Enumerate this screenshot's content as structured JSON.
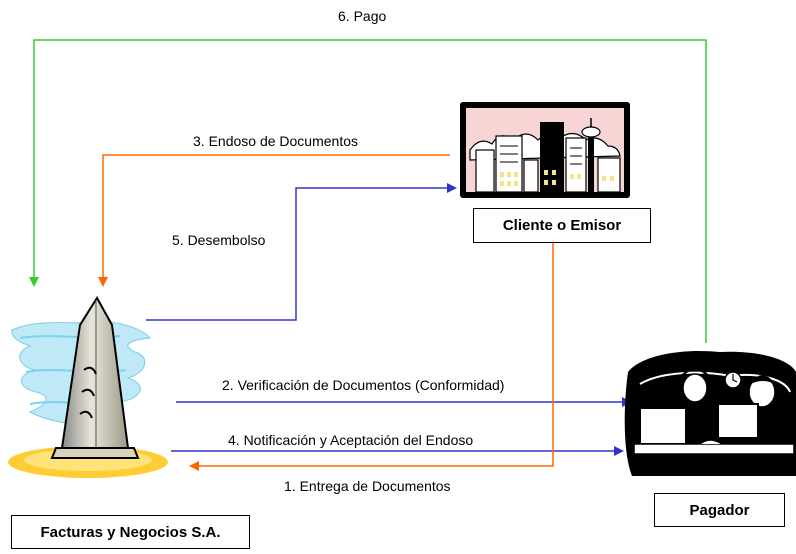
{
  "colors": {
    "green": "#33cc33",
    "orange": "#ff6600",
    "blue": "#3333cc"
  },
  "icons": {
    "factoring_company": "obelisk-clipart-icon",
    "client": "city-skyline-clipart-icon",
    "payer": "office-meeting-clipart-icon"
  },
  "entities": {
    "factoring_company": "Facturas y Negocios S.A.",
    "client": "Cliente o Emisor",
    "payer": "Pagador"
  },
  "flows": [
    {
      "id": "pago",
      "label": "6. Pago",
      "color": "green"
    },
    {
      "id": "endoso",
      "label": "3. Endoso de Documentos",
      "color": "orange"
    },
    {
      "id": "desembolso",
      "label": "5. Desembolso",
      "color": "blue"
    },
    {
      "id": "verificacion",
      "label": "2. Verificación de Documentos (Conformidad)",
      "color": "blue"
    },
    {
      "id": "notificacion",
      "label": "4. Notificación y Aceptación del Endoso",
      "color": "blue"
    },
    {
      "id": "entrega",
      "label": "1. Entrega de Documentos",
      "color": "orange"
    }
  ]
}
